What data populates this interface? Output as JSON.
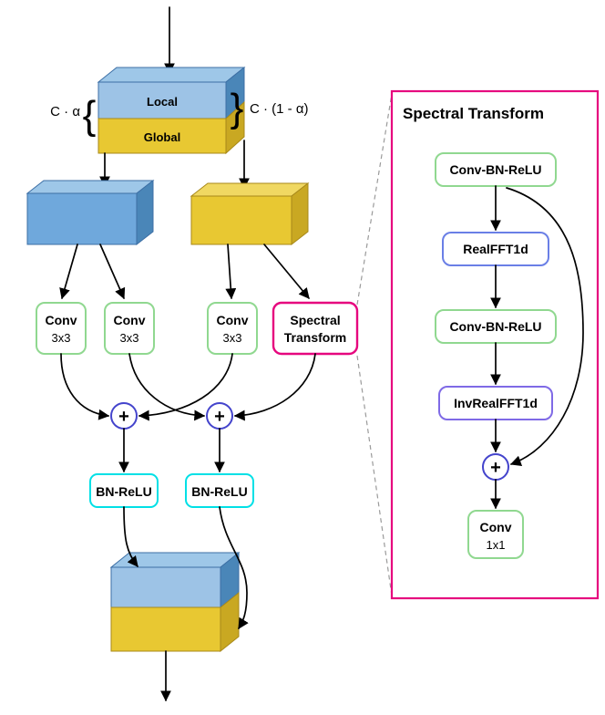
{
  "main": {
    "split_box": {
      "local": "Local",
      "global": "Global"
    },
    "channel_left": "C · α",
    "channel_right": "C · (1 - α)",
    "brace_left": "{",
    "brace_right": "}",
    "conv": {
      "title": "Conv",
      "size": "3x3"
    },
    "spectral_node": {
      "line1": "Spectral",
      "line2": "Transform"
    },
    "sum": "+",
    "bn_relu": "BN-ReLU"
  },
  "panel": {
    "title": "Spectral Transform",
    "flow": [
      "Conv-BN-ReLU",
      "RealFFT1d",
      "Conv-BN-ReLU",
      "InvRealFFT1d"
    ],
    "sum": "+",
    "conv": {
      "title": "Conv",
      "size": "1x1"
    }
  },
  "colors": {
    "blue_front": "#6fa8dc",
    "blue_top": "#9ec7e8",
    "blue_side": "#4a86b8",
    "blue_light": "#9dc3e6",
    "yellow_front": "#e8c832",
    "yellow_top": "#f0d862",
    "yellow_side": "#c9a822",
    "green_border": "#90d890",
    "magenta_border": "#e6067e",
    "cyan_border": "#00e0e6",
    "sum_border": "#4444cc",
    "fft_border": "#6a7fe6",
    "invfft_border": "#7f6ae6"
  }
}
